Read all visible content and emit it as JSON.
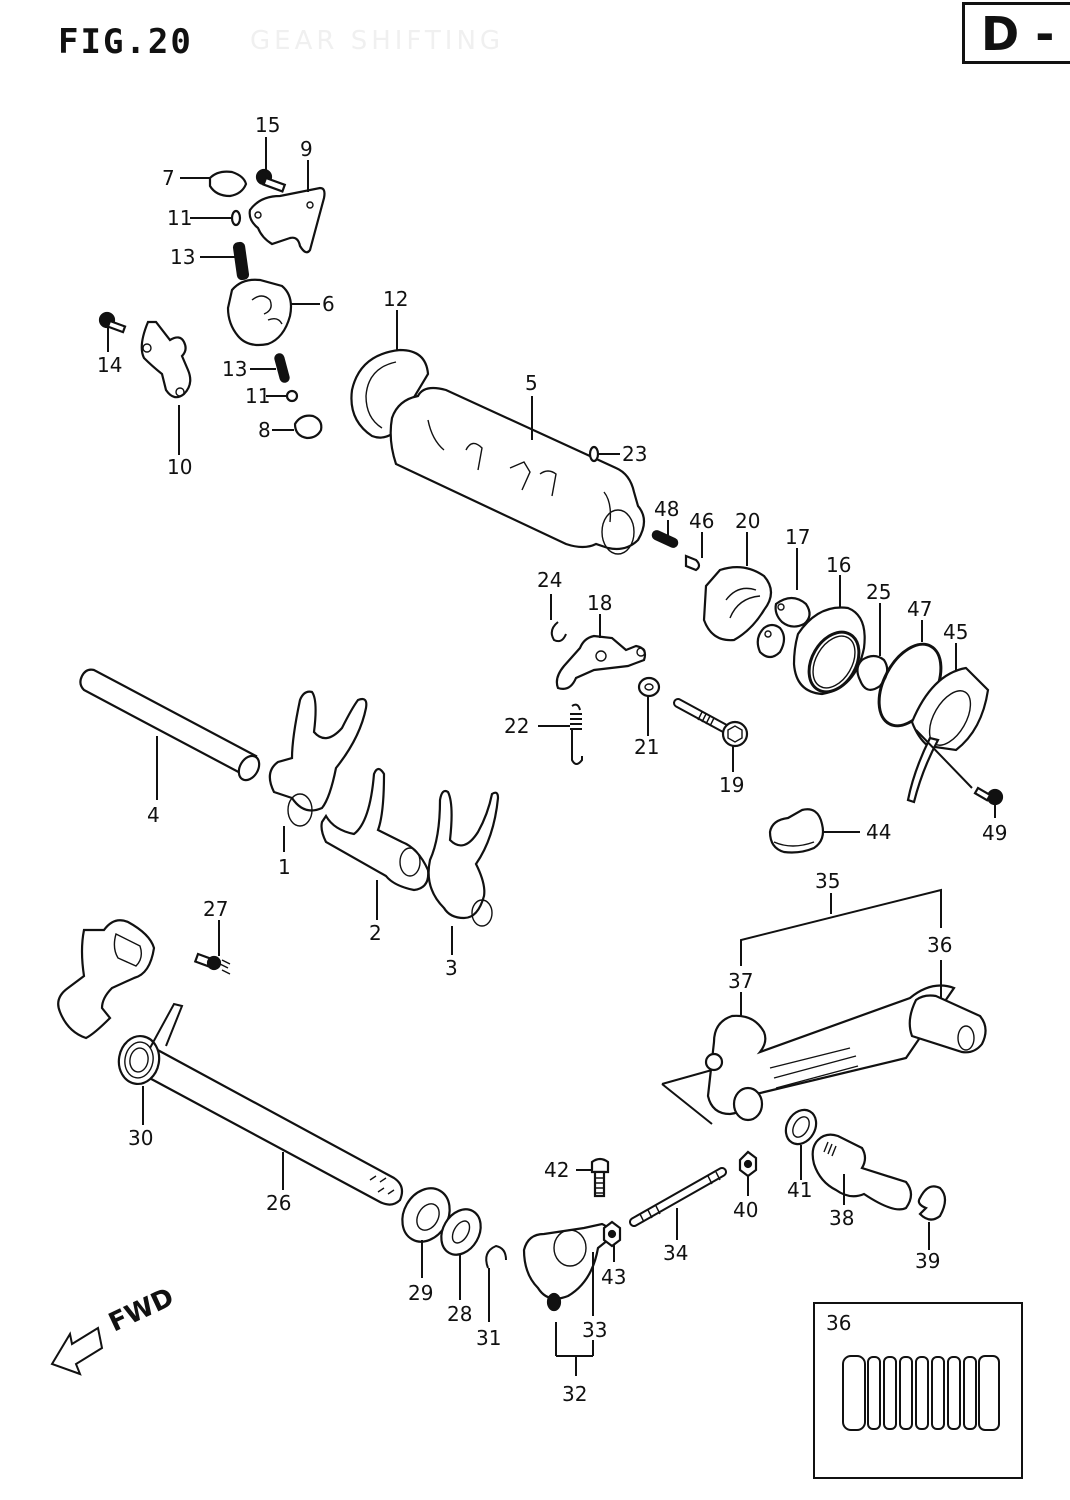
{
  "figure": {
    "title": "FIG.20",
    "watermark": "GEAR SHIFTING",
    "section_code": "D -"
  },
  "direction_indicator": {
    "label": "FWD",
    "icon": "arrow-left-icon"
  },
  "inset": {
    "label": "36"
  },
  "callouts": {
    "c1": "1",
    "c2": "2",
    "c3": "3",
    "c4": "4",
    "c5": "5",
    "c6": "6",
    "c7": "7",
    "c8": "8",
    "c9": "9",
    "c10": "10",
    "c11a": "11",
    "c11b": "11",
    "c12": "12",
    "c13a": "13",
    "c13b": "13",
    "c14": "14",
    "c15": "15",
    "c16": "16",
    "c17": "17",
    "c18": "18",
    "c19": "19",
    "c20": "20",
    "c21": "21",
    "c22": "22",
    "c23": "23",
    "c24": "24",
    "c25": "25",
    "c26": "26",
    "c27": "27",
    "c28": "28",
    "c29": "29",
    "c30": "30",
    "c31": "31",
    "c32": "32",
    "c33": "33",
    "c34": "34",
    "c35": "35",
    "c36": "36",
    "c37": "37",
    "c38": "38",
    "c39": "39",
    "c40": "40",
    "c41": "41",
    "c42": "42",
    "c43": "43",
    "c44": "44",
    "c45": "45",
    "c46": "46",
    "c47": "47",
    "c48": "48",
    "c49": "49"
  }
}
